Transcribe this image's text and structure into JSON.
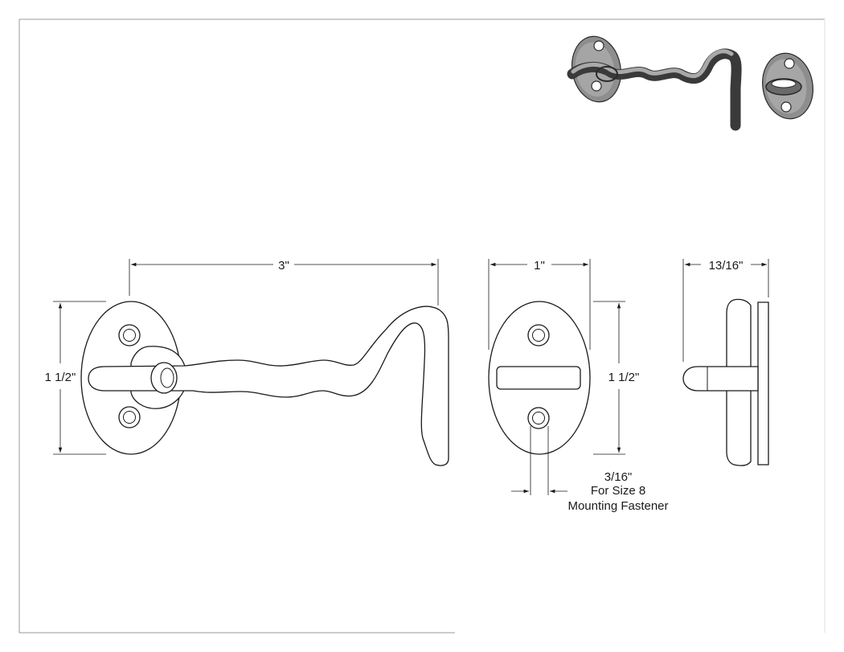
{
  "drawing": {
    "front_view": {
      "width_label": "3\"",
      "height_label": "1 1/2\""
    },
    "side_view": {
      "width_label": "1\"",
      "height_label": "1 1/2\"",
      "hole_label": "3/16\"",
      "note_line1": "For Size 8",
      "note_line2": "Mounting Fastener"
    },
    "end_view": {
      "depth_label": "13/16\""
    }
  },
  "colors": {
    "line": "#1a1a1a",
    "iso_body": "#8e8e8e"
  }
}
